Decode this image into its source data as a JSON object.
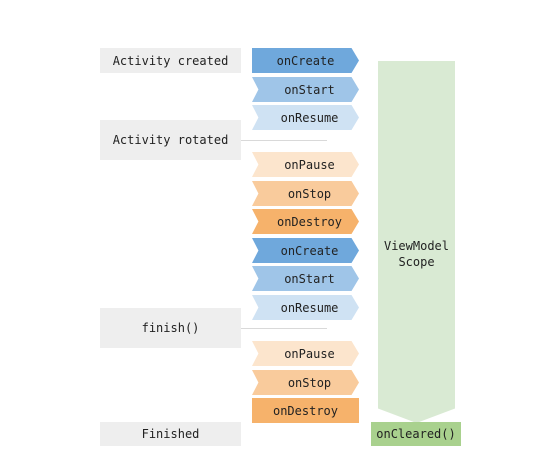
{
  "colors": {
    "create": "#6fa8dc",
    "start": "#9fc5e8",
    "resume": "#cfe2f3",
    "pause": "#fce5cd",
    "stop": "#f9cb9c",
    "destroy": "#f6b26b",
    "scope": "#d9ead3",
    "cleared": "#a9d18e",
    "label_bg": "#eeeeee"
  },
  "events": {
    "created": "Activity created",
    "rotated": "Activity rotated",
    "finish": "finish()",
    "finished": "Finished"
  },
  "steps": [
    {
      "label": "onCreate",
      "color": "create"
    },
    {
      "label": "onStart",
      "color": "start"
    },
    {
      "label": "onResume",
      "color": "resume"
    },
    {
      "label": "onPause",
      "color": "pause"
    },
    {
      "label": "onStop",
      "color": "stop"
    },
    {
      "label": "onDestroy",
      "color": "destroy"
    },
    {
      "label": "onCreate",
      "color": "create"
    },
    {
      "label": "onStart",
      "color": "start"
    },
    {
      "label": "onResume",
      "color": "resume"
    },
    {
      "label": "onPause",
      "color": "pause"
    },
    {
      "label": "onStop",
      "color": "stop"
    },
    {
      "label": "onDestroy",
      "color": "destroy"
    }
  ],
  "scope": {
    "line1": "ViewModel",
    "line2": "Scope"
  },
  "cleared": "onCleared()"
}
